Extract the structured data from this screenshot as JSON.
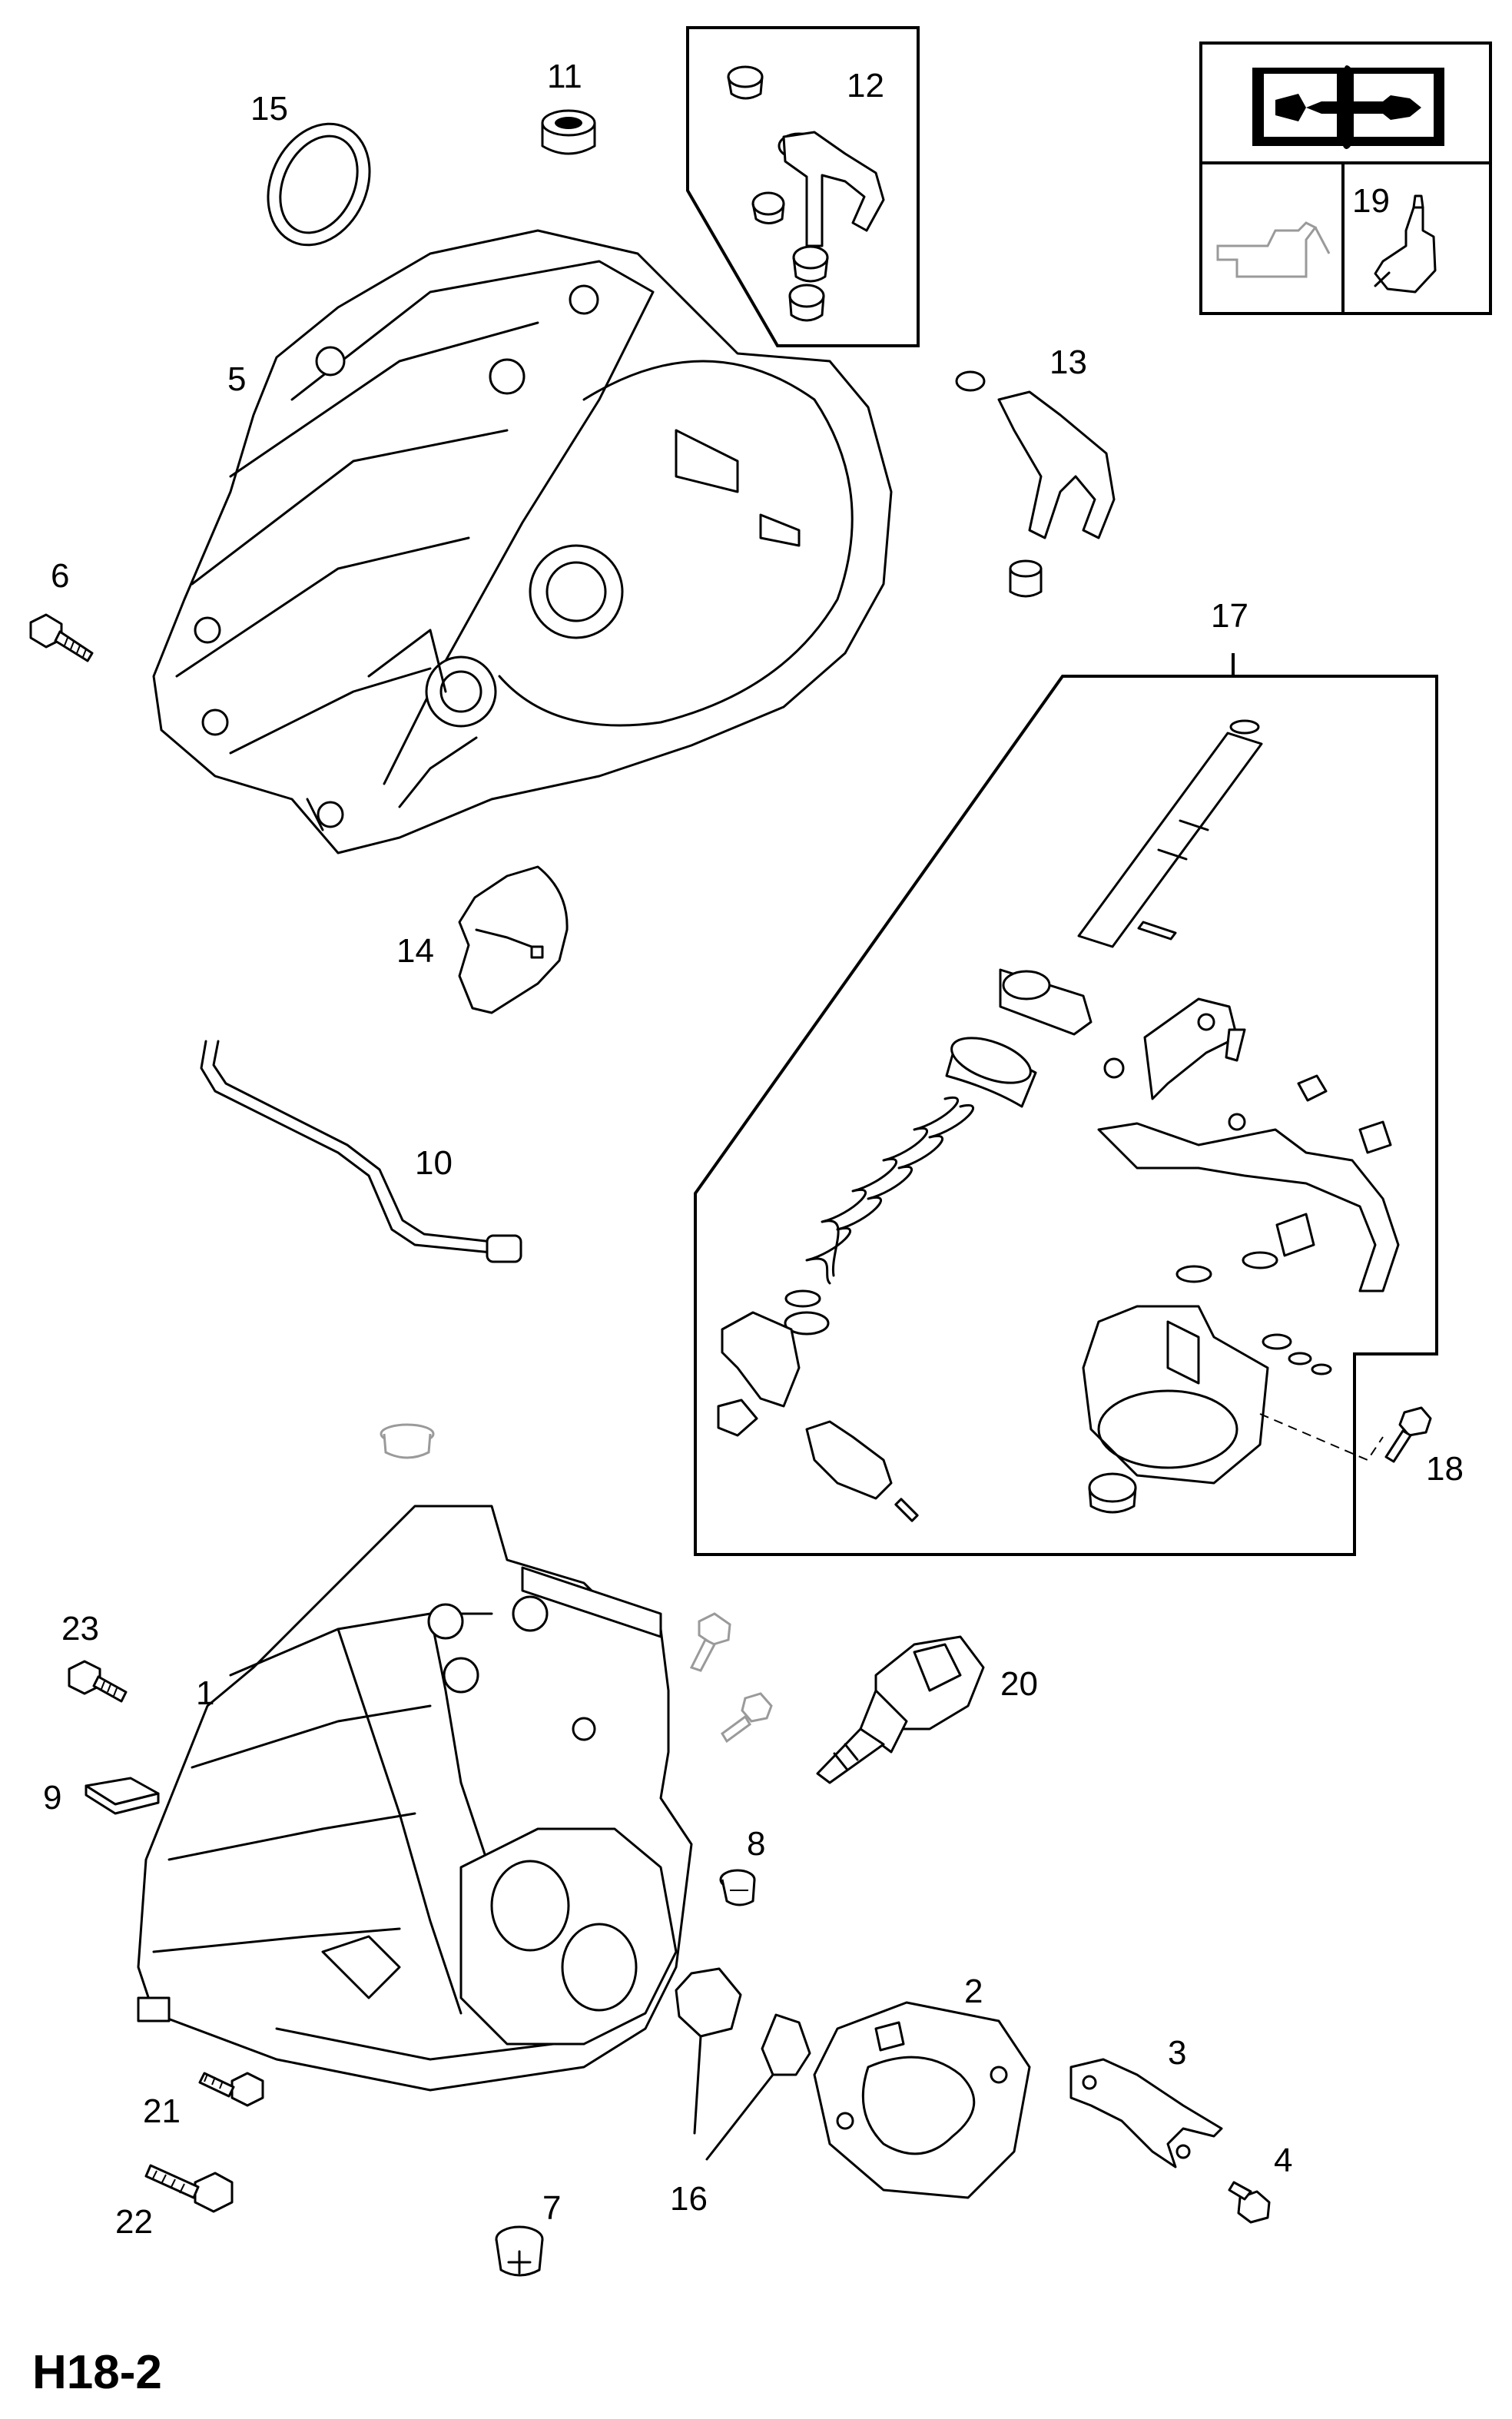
{
  "diagram_code": "H18-2",
  "callouts": {
    "c1": "1",
    "c2": "2",
    "c3": "3",
    "c4": "4",
    "c5": "5",
    "c6": "6",
    "c7": "7",
    "c8": "8",
    "c9": "9",
    "c10": "10",
    "c11": "11",
    "c12": "12",
    "c13": "13",
    "c14": "14",
    "c15": "15",
    "c16": "16",
    "c17": "17",
    "c18": "18",
    "c19": "19",
    "c20": "20",
    "c21": "21",
    "c22": "22",
    "c23": "23"
  },
  "icons": {
    "manual": "book-wrench-icon",
    "oil": "oil-can-icon",
    "sealant": "sealant-tube-icon"
  }
}
